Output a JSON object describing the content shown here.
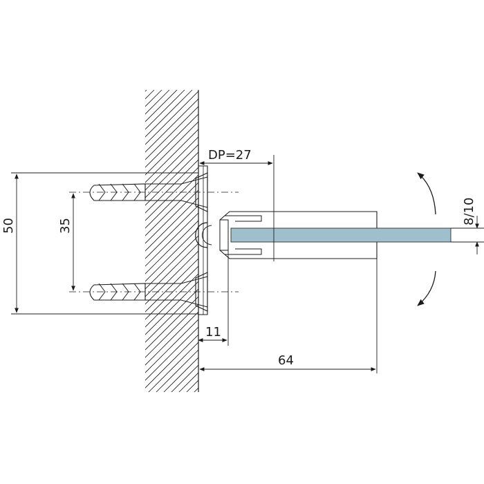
{
  "drawing": {
    "dimensions": {
      "depth": "DP=27",
      "glass_thickness": "8/10",
      "overall_height": "50",
      "screw_spacing": "35",
      "plate_thickness": "11",
      "total_length": "64"
    },
    "colors": {
      "line": "#1a1a1a",
      "glass": "#9fbfcc",
      "background": "#ffffff"
    }
  }
}
